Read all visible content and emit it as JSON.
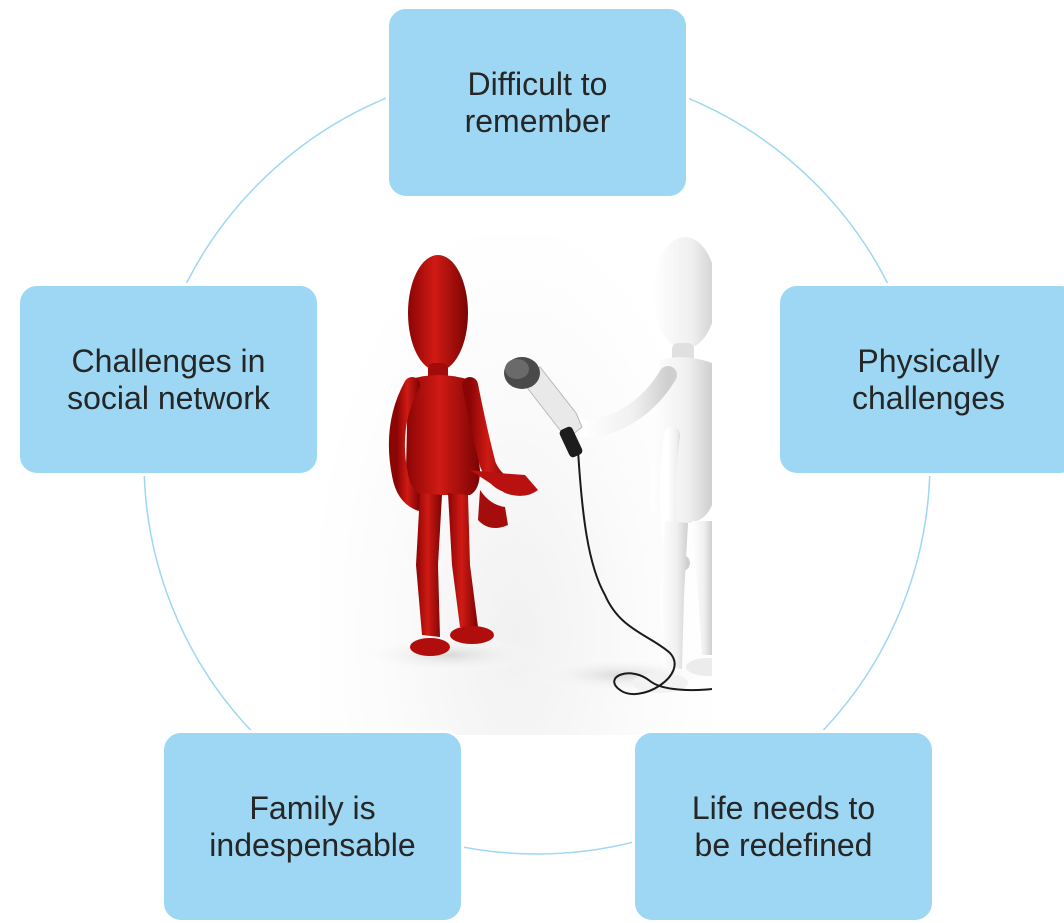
{
  "diagram": {
    "type": "cycle",
    "colors": {
      "node_fill": "#9dd7f3",
      "ring_stroke": "#9dd7f3",
      "text": "#262626",
      "red_figure": "#c01010",
      "white_figure": "#efefef"
    },
    "nodes": [
      {
        "id": "top",
        "label": "Difficult to\nremember"
      },
      {
        "id": "right",
        "label": "Physically\nchallenges"
      },
      {
        "id": "bottom-right",
        "label": "Life needs to\nbe redefined"
      },
      {
        "id": "bottom-left",
        "label": "Family is\nindespensable"
      },
      {
        "id": "left",
        "label": "Challenges in\nsocial network"
      }
    ],
    "center_image": {
      "subject": "interview-illustration",
      "icon": "microphone-icon"
    }
  }
}
